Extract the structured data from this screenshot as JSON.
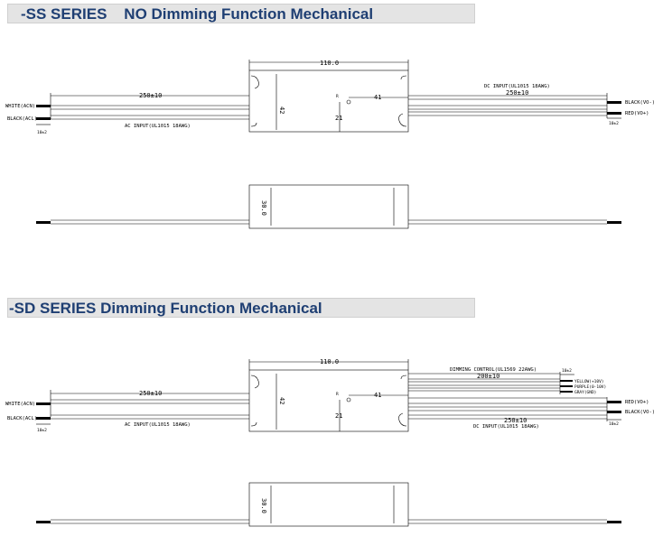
{
  "sections": {
    "ss": {
      "title": "-SS SERIES    NO Dimming Function Mechanical",
      "dims": {
        "length": "110.0",
        "height": "42",
        "width": "30.0",
        "ac_lead": "250±10",
        "dc_lead": "250±10",
        "hole_x": "41",
        "hole_y": "21",
        "hole_r": "R",
        "strip_left": "10±2",
        "strip_right": "10±2"
      },
      "labels": {
        "white": "WHITE(ACN)",
        "black": "BLACK(ACL)",
        "ac_input": "AC INPUT(UL1015 18AWG)",
        "dc_input": "DC INPUT(UL1015 18AWG)",
        "black_vo": "BLACK(VO-)",
        "red_vo": "RED(VO+)"
      }
    },
    "sd": {
      "title": "-SD SERIES Dimming Function Mechanical",
      "dims": {
        "length": "110.0",
        "height": "42",
        "width": "30.0",
        "ac_lead": "250±10",
        "dc_lead": "250±10",
        "dim_lead": "200±10",
        "hole_x": "41",
        "hole_y": "21",
        "hole_r": "R",
        "strip_left": "10±2",
        "strip_right": "10±2",
        "strip_dim": "10±2"
      },
      "labels": {
        "white": "WHITE(ACN)",
        "black": "BLACK(ACL)",
        "ac_input": "AC INPUT(UL1015 18AWG)",
        "dc_input": "DC INPUT(UL1015 18AWG)",
        "dim_control": "DIMMING CONTROL(UL1569 22AWG)",
        "yellow": "YELLOW(+10V)",
        "purple": "PURPLE(0-10V)",
        "gray": "GRAY(GND)",
        "red_vo": "RED(VO+)",
        "black_vo": "BLACK(VO-)"
      }
    }
  },
  "colors": {
    "banner_text": "#1f3f73",
    "banner_bg": "#e4e4e4"
  }
}
